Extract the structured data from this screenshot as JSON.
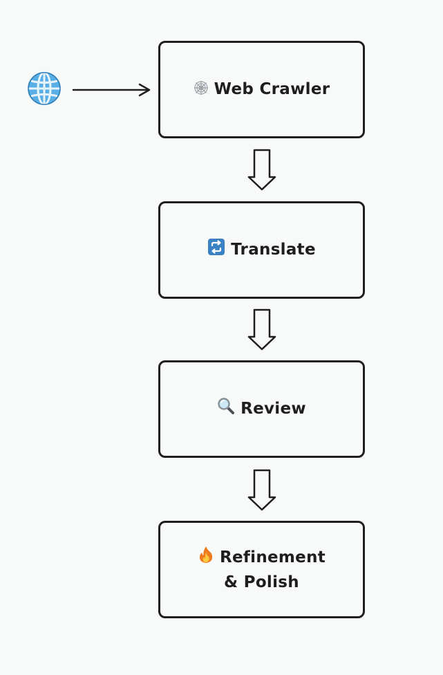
{
  "diagram": {
    "input_icon": "globe-icon",
    "steps": [
      {
        "icon": "spider-web-icon",
        "label_lines": [
          "Web Crawler"
        ]
      },
      {
        "icon": "repeat-arrows-icon",
        "label_lines": [
          "Translate"
        ]
      },
      {
        "icon": "magnifying-glass-icon",
        "label_lines": [
          "Review"
        ]
      },
      {
        "icon": "fire-icon",
        "label_lines": [
          "Refinement",
          "& Polish"
        ]
      }
    ]
  },
  "colors": {
    "background": "#f8f9f9",
    "stroke": "#1e1e1e",
    "globe": "#4a9fd8",
    "repeat": "#3b82c4",
    "fire": "#f07a1e"
  }
}
